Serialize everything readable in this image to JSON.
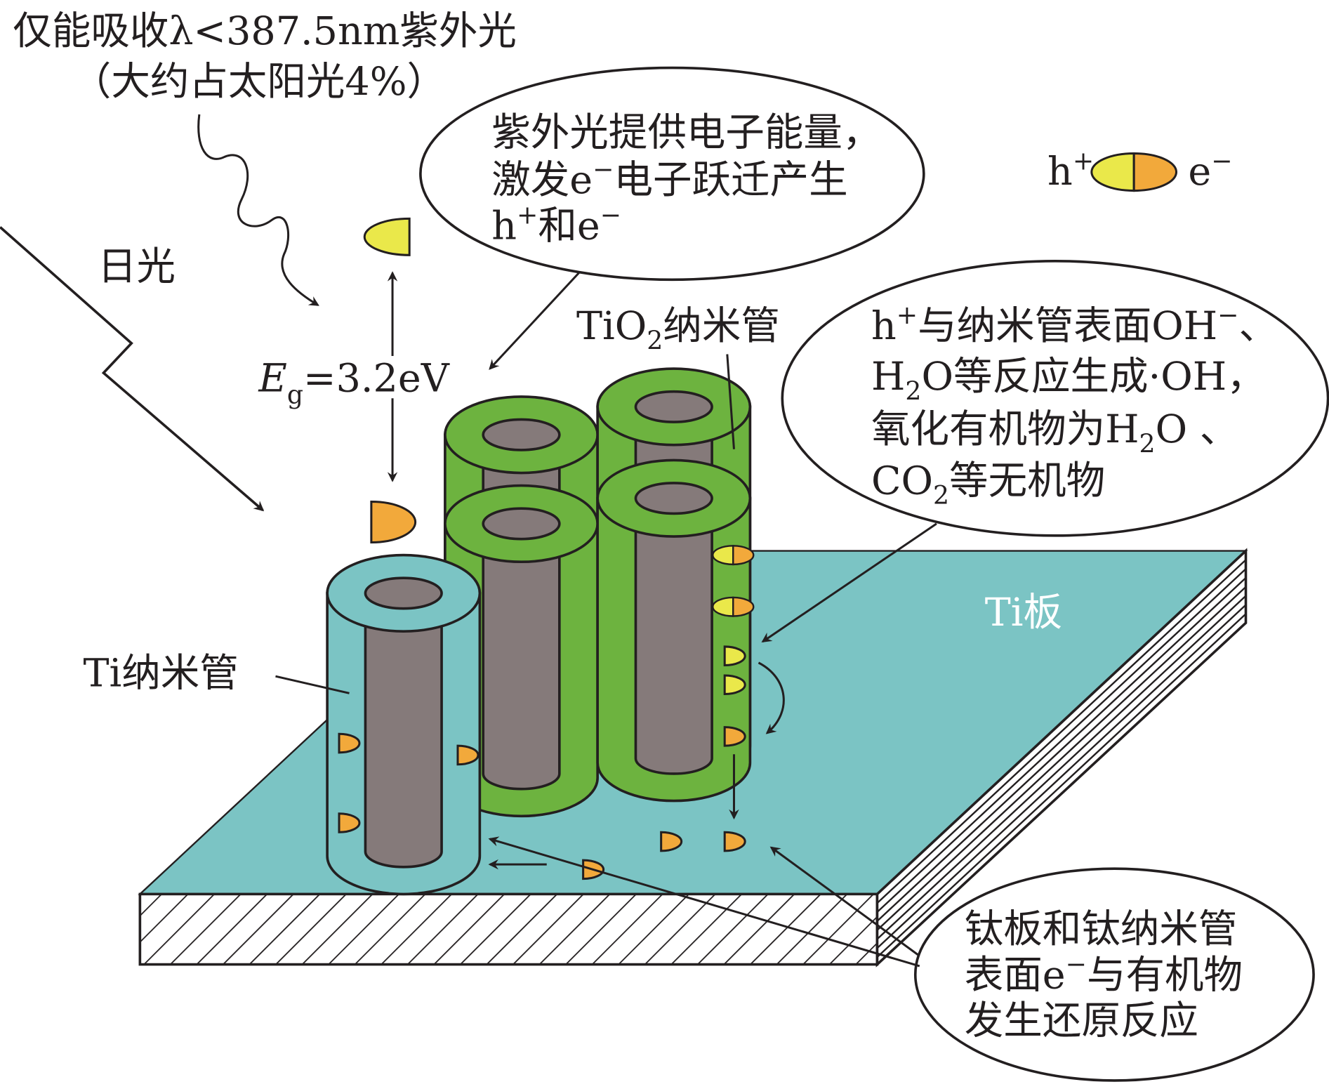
{
  "colors": {
    "plate": "#7bc4c4",
    "tio2_tube": "#6db33f",
    "ti_tube": "#7bc4c4",
    "core": "#857a7a",
    "hole": "#f2a93b",
    "electron_yellow": "#eae84a",
    "line": "#231f20"
  },
  "labels": {
    "uv_line1": "仅能吸收λ<387.5nm紫外光",
    "uv_line2": "（大约占太阳光4%）",
    "sunlight": "日光",
    "eg_E": "E",
    "eg_sub": "g",
    "eg_value": "=3.2eV",
    "tio2_pre": "TiO",
    "tio2_sub": "2",
    "tio2_post": "纳米管",
    "ti_plate": "Ti板",
    "ti_tube": "Ti纳米管",
    "legend_h": "h",
    "legend_h_sup": "+",
    "legend_e": "e",
    "legend_e_sup": "−"
  },
  "callouts": {
    "uv": {
      "line1": "紫外光提供电子能量，",
      "line2_a": "激发e",
      "line2_sup": "−",
      "line2_b": "电子跃迁产生",
      "line3_a": "h",
      "line3_sup1": "+",
      "line3_b": "和e",
      "line3_sup2": "−"
    },
    "hole": {
      "line1_a": "h",
      "line1_sup": "+",
      "line1_b": "与纳米管表面OH",
      "line1_sup2": "−",
      "line1_c": "、",
      "line2_a": "H",
      "line2_sub": "2",
      "line2_b": "O等反应生成·OH，",
      "line3_a": "氧化有机物为H",
      "line3_sub": "2",
      "line3_b": "O 、",
      "line4_a": "CO",
      "line4_sub": "2",
      "line4_b": "等无机物"
    },
    "reduction": {
      "line1": "钛板和钛纳米管",
      "line2_a": "表面e",
      "line2_sup": "−",
      "line2_b": "与有机物",
      "line3": "发生还原反应"
    }
  }
}
